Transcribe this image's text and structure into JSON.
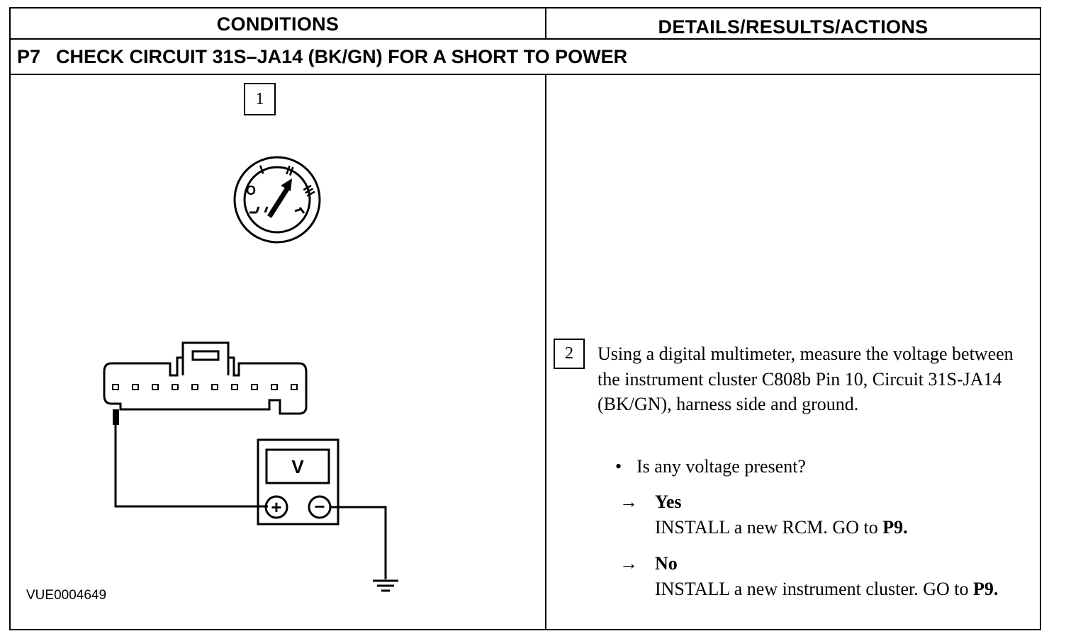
{
  "header": {
    "conditions": "CONDITIONS",
    "details": "DETAILS/RESULTS/ACTIONS"
  },
  "step": {
    "number": "P7",
    "title": "CHECK CIRCUIT 31S–JA14 (BK/GN) FOR A SHORT TO POWER"
  },
  "figure": {
    "step1_label": "1",
    "ignition_positions": [
      "O",
      "I",
      "II",
      "III"
    ],
    "meter_label": "V",
    "plus_symbol": "+",
    "minus_symbol": "−",
    "figure_id": "VUE0004649"
  },
  "action": {
    "step2_label": "2",
    "instruction": "Using a digital multimeter, measure the voltage between the instrument cluster C808b Pin 10, Circuit 31S-JA14 (BK/GN), harness side and ground.",
    "bullet": "Is any voltage present?",
    "results": [
      {
        "arrow": "→",
        "answer": "Yes",
        "action_text": "INSTALL a new RCM. GO to ",
        "goto": "P9."
      },
      {
        "arrow": "→",
        "answer": "No",
        "action_text": "INSTALL a new instrument cluster. GO to ",
        "goto": "P9."
      }
    ]
  }
}
